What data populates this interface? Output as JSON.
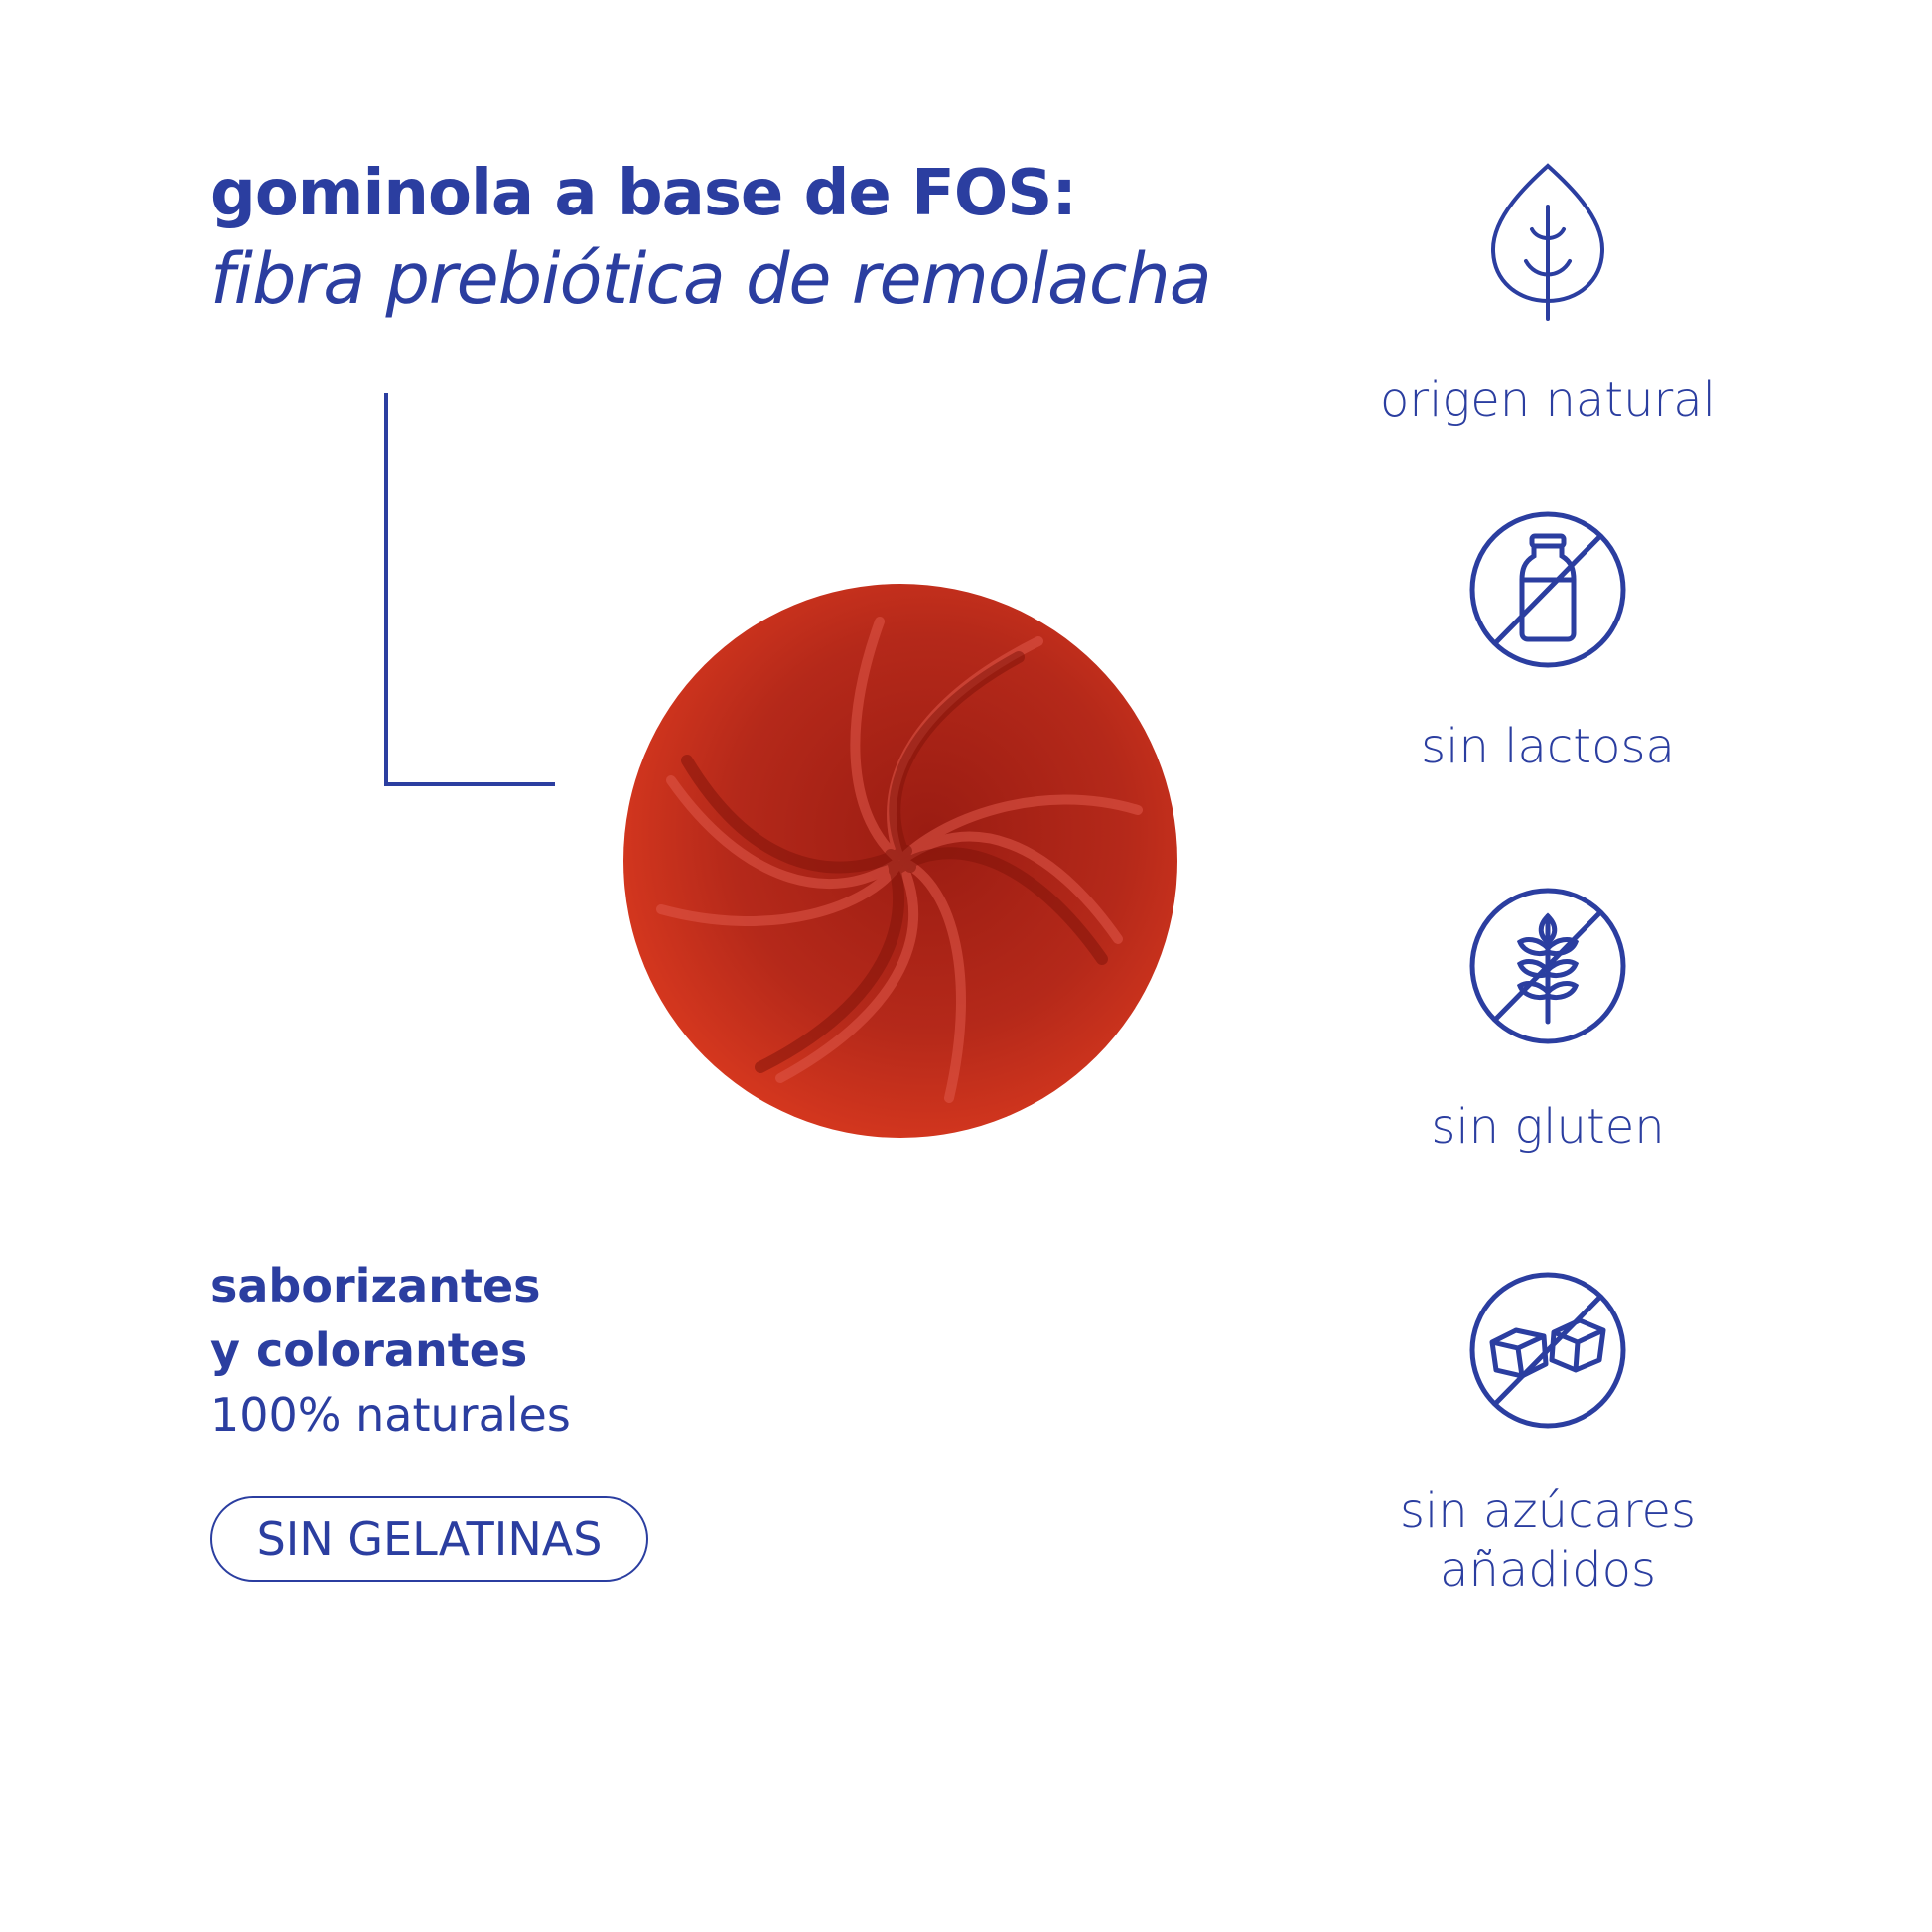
{
  "title": {
    "line1": "gominola a base de FOS:",
    "line2": "fibra prebiótica de remolacha"
  },
  "left": {
    "line1": "saborizantes",
    "line2": "y colorantes",
    "line3": "100% naturales",
    "badge": "SIN GELATINAS"
  },
  "features": [
    {
      "icon": "leaf-icon",
      "label": "origen natural"
    },
    {
      "icon": "no-lactose-icon",
      "label": "sin lactosa"
    },
    {
      "icon": "no-gluten-icon",
      "label": "sin gluten"
    },
    {
      "icon": "no-sugar-icon",
      "label": "sin azúcares",
      "label2": "añadidos"
    }
  ],
  "colors": {
    "brand": "#2b3ea0",
    "gummy": "#b8281a"
  }
}
